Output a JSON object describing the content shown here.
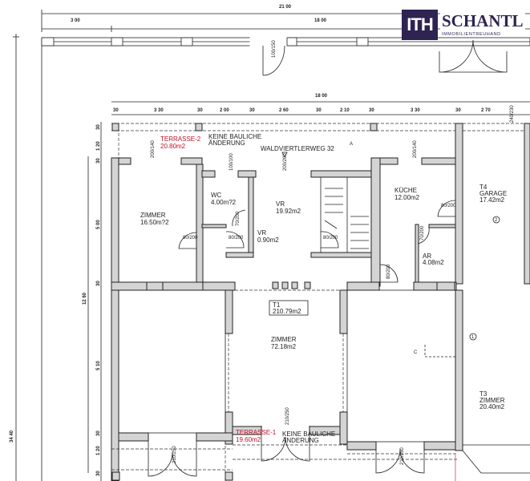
{
  "logo": {
    "mark": "ITH",
    "name": "SCHANTL",
    "subtitle": "IMMOBILIENTREUHAND",
    "color": "#2e2452"
  },
  "dimensions": {
    "total_width": "21 00",
    "left_width": "3 00",
    "right_width": "18 00",
    "building_width": "18 00",
    "total_depth": "34 40",
    "inner_depth": "12 60",
    "top_row": [
      "30",
      "3 30",
      "30",
      "2 00",
      "30",
      "2 60",
      "30",
      "2 10",
      "30",
      "3 30",
      "30",
      "2 70"
    ],
    "side_col": [
      "30",
      "1 20",
      "30",
      "5 00",
      "30",
      "5 10",
      "30",
      "1 20",
      "30"
    ]
  },
  "openings": {
    "top_door": "100/150",
    "win_a": "200/140",
    "win_b": "100/100",
    "win_c": "200/200",
    "win_d": "200/140",
    "garage_top": "240/230",
    "door_80_200": "80/200",
    "door_70_200": "70/200",
    "door_210_250": "210/250"
  },
  "address": "WALDVIERTLERWEG 32",
  "section_marks": {
    "a": "A",
    "c": "C",
    "one": "1",
    "two": "2"
  },
  "rooms": {
    "terrasse2": {
      "name": "TERRASSE-2",
      "area": "20.80m2",
      "note1": "KEINE BAULICHE",
      "note2": "ÄNDERUNG"
    },
    "terrasse1": {
      "name": "TERRASSE-1",
      "area": "19.60m2",
      "note1": "KEINE BAULICHE",
      "note2": "ÄNDERUNG"
    },
    "zimmer_left": {
      "name": "ZIMMER",
      "area": "16.50m?2"
    },
    "wc": {
      "name": "WC",
      "area": "4.00m?2"
    },
    "vr_big": {
      "name": "VR",
      "area": "19.92m2"
    },
    "vr_small": {
      "name": "VR",
      "area": "0.90m2"
    },
    "kueche": {
      "name": "KÜCHE",
      "area": "12.00m2"
    },
    "ar": {
      "name": "AR",
      "area": "4.08m2"
    },
    "garage": {
      "unit": "T4",
      "name": "GARAGE",
      "area": "17.42m2"
    },
    "t1": {
      "unit": "T1",
      "area": "210.79m2"
    },
    "zimmer_mid": {
      "name": "ZIMMER",
      "area": "72.18m2"
    },
    "t3": {
      "unit": "T3",
      "name": "ZIMMER",
      "area": "20.40m2"
    }
  }
}
